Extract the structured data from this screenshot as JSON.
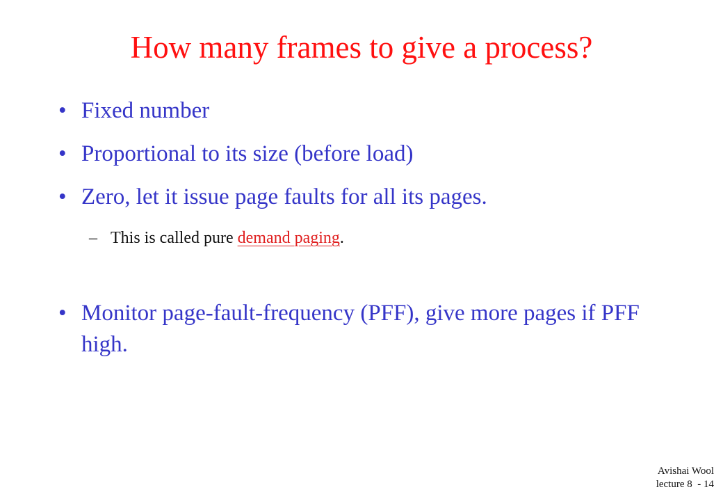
{
  "slide": {
    "title": "How many frames to give a process?",
    "bullet_symbol": "•",
    "bullets": [
      {
        "text": "Fixed number"
      },
      {
        "text": "Proportional to its size (before load)"
      },
      {
        "text": "Zero, let it issue page faults for all its pages."
      },
      {
        "text": "Monitor page-fault-frequency (PFF), give more pages if PFF high."
      }
    ],
    "sub_bullet": {
      "dash": "–",
      "prefix": "This is called pure ",
      "link_text": "demand paging",
      "suffix": "."
    },
    "footer": {
      "author": "Avishai Wool",
      "lecture": "lecture 8  - 14"
    },
    "colors": {
      "title": "#ff1010",
      "bullet_text": "#3535c8",
      "sub_text": "#111111",
      "link": "#e02020"
    }
  }
}
